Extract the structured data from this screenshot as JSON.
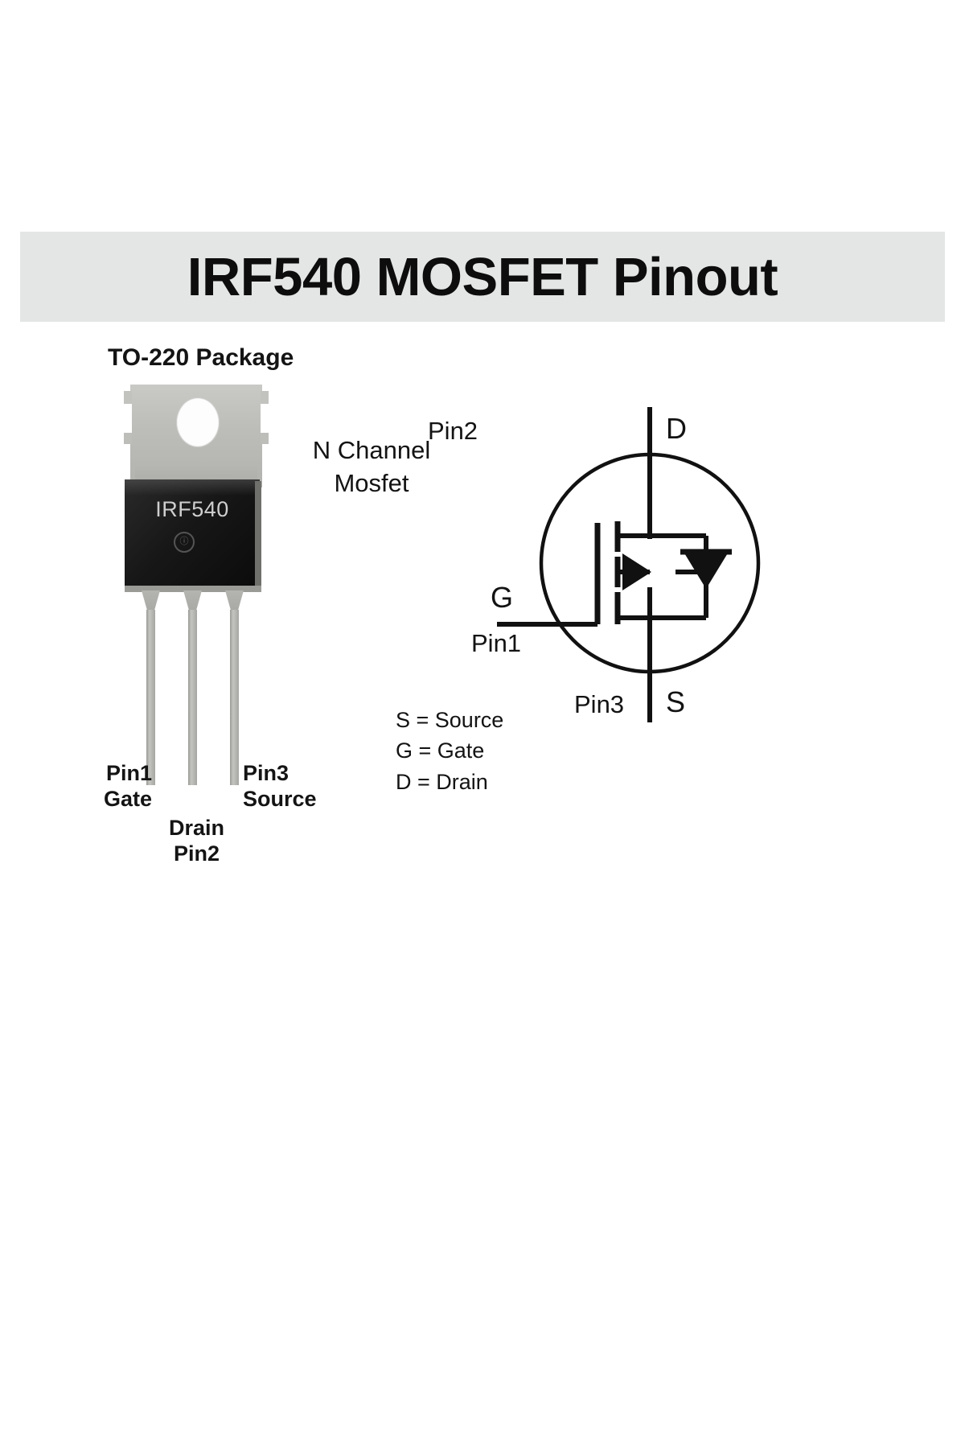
{
  "banner": {
    "title": "IRF540 MOSFET Pinout",
    "background_color": "#e4e5e5"
  },
  "package_section": {
    "label": "TO-220 Package",
    "part_marking": "IRF540",
    "mark_glyph": "ⓘ",
    "description_line1": "N Channel",
    "description_line2": "Mosfet",
    "pins": [
      {
        "number": "Pin1",
        "function": "Gate"
      },
      {
        "number": "Pin2",
        "function": "Drain"
      },
      {
        "number": "Pin3",
        "function": "Source"
      }
    ]
  },
  "symbol": {
    "drain_pin": "Pin2",
    "drain_terminal": "D",
    "gate_terminal": "G",
    "gate_pin": "Pin1",
    "source_pin": "Pin3",
    "source_terminal": "S",
    "stroke_color": "#111111"
  },
  "legend": {
    "items": [
      "S = Source",
      "G = Gate",
      "D = Drain"
    ]
  }
}
